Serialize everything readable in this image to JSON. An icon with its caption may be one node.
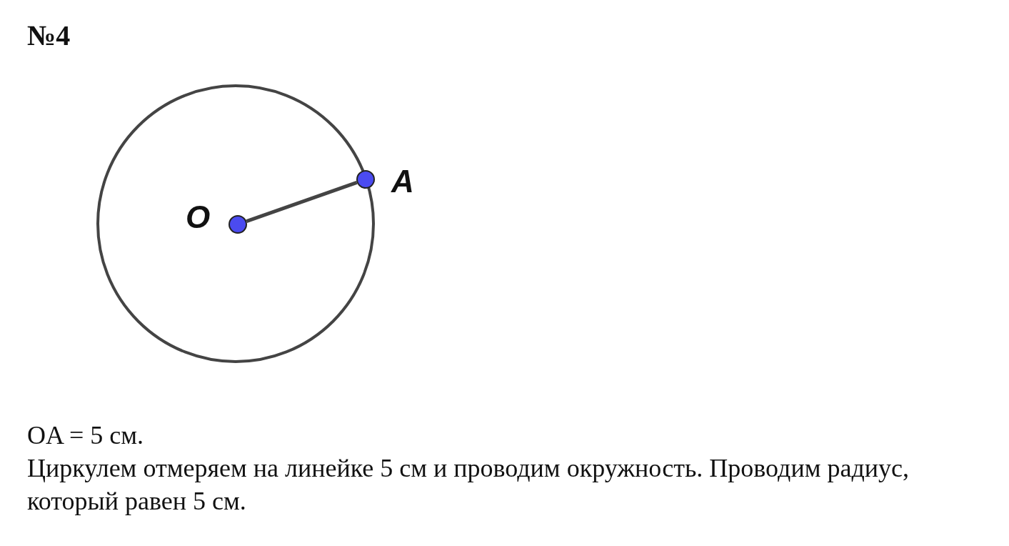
{
  "diagram": {
    "title": "№4",
    "nodes": [
      {
        "text": [],
        "shape": "circle"
      },
      {
        "text": [],
        "shape": "circle",
        "beside": [
          "O"
        ],
        "in": 0
      },
      {
        "text": [],
        "shape": "circle",
        "beside": [
          "A"
        ],
        "in": 0
      }
    ],
    "edges": [
      {
        "from": 1,
        "to": 2,
        "arrow": "none"
      }
    ],
    "labels": [
      "OA = 5 см.",
      "Циркулем отмеряем на линейке 5 см и проводим окружность. Проводим радиус, который равен 5 см."
    ]
  }
}
